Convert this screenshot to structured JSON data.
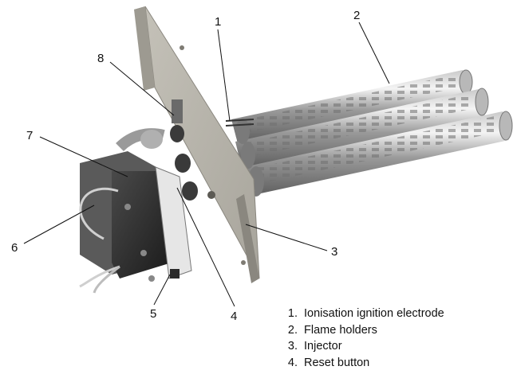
{
  "callouts": [
    {
      "number": "1"
    },
    {
      "number": "2"
    },
    {
      "number": "3"
    },
    {
      "number": "4"
    },
    {
      "number": "5"
    },
    {
      "number": "6"
    },
    {
      "number": "7"
    },
    {
      "number": "8"
    }
  ],
  "legend": [
    {
      "number": "1.",
      "text": "Ionisation ignition electrode"
    },
    {
      "number": "2.",
      "text": "Flame holders"
    },
    {
      "number": "3.",
      "text": "Injector"
    },
    {
      "number": "4.",
      "text": "Reset button"
    }
  ]
}
